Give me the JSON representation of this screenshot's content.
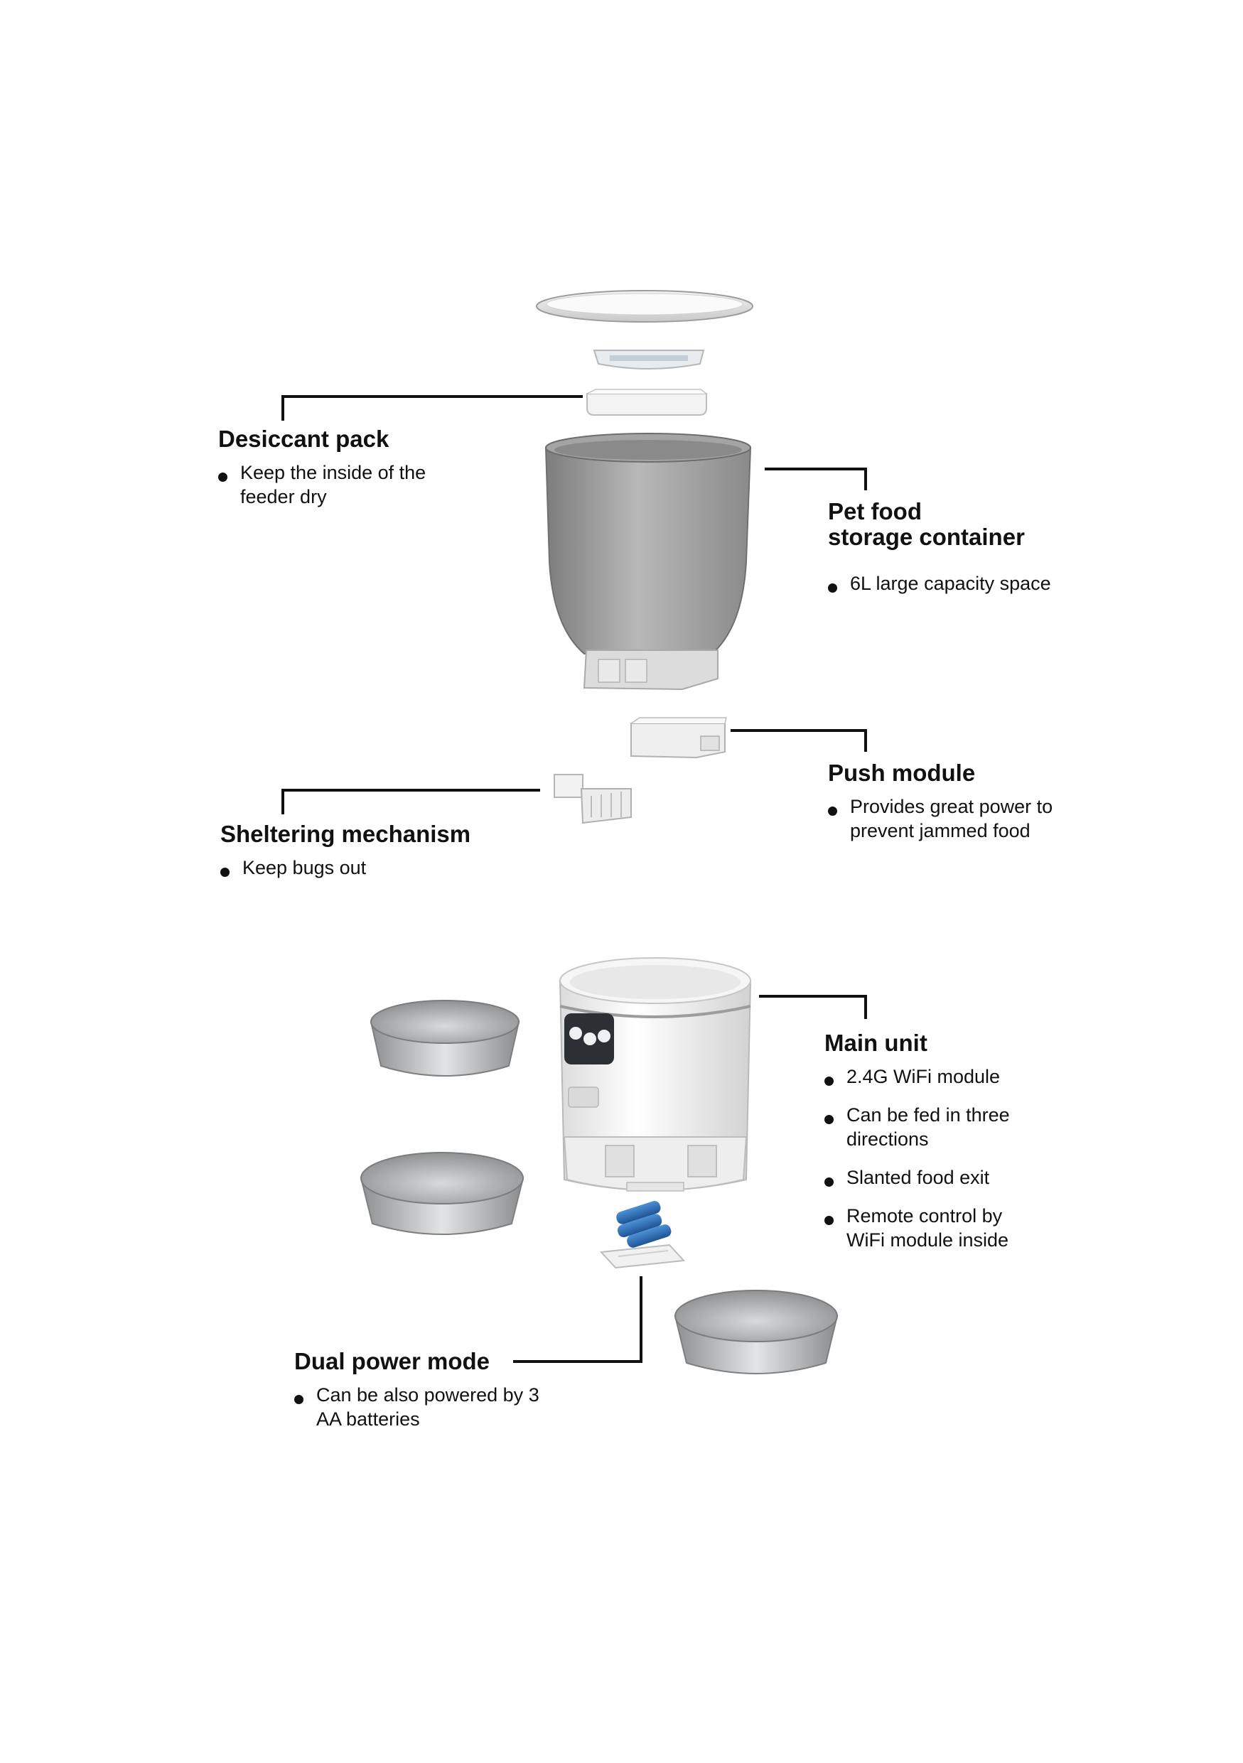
{
  "callouts": {
    "desiccant": {
      "title": "Desiccant pack",
      "bullets": [
        "Keep the inside of the feeder dry"
      ]
    },
    "container": {
      "title_line1": "Pet food",
      "title_line2": "storage container",
      "bullets": [
        "6L large capacity space"
      ]
    },
    "push": {
      "title": "Push module",
      "bullets": [
        "Provides great power to prevent jammed food"
      ]
    },
    "sheltering": {
      "title": "Sheltering mechanism",
      "bullets": [
        "Keep bugs out"
      ]
    },
    "main_unit": {
      "title": "Main unit",
      "bullets": [
        "2.4G WiFi module",
        "Can be fed in three directions",
        "Slanted food exit",
        "Remote control by WiFi module inside"
      ]
    },
    "power": {
      "title": "Dual power mode",
      "bullets": [
        "Can be also powered by 3 AA batteries"
      ]
    }
  },
  "colors": {
    "line": "#111111",
    "battery": "#2a6fb5",
    "steel": "#b9bbbd",
    "container": "#9a9a9a"
  }
}
